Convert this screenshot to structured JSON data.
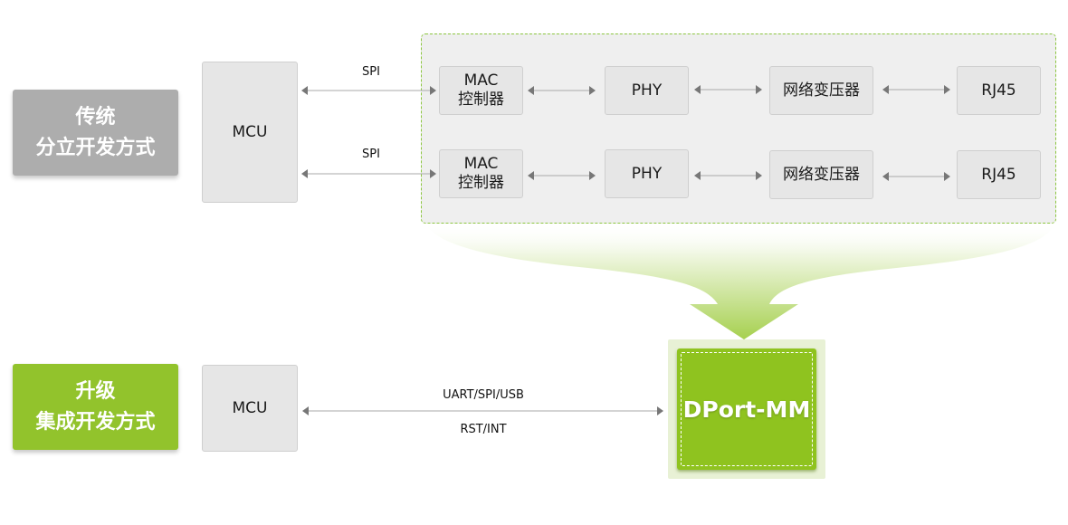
{
  "traditional": {
    "label_line1": "传统",
    "label_line2": "分立开发方式",
    "mcu": "MCU",
    "links": [
      "SPI",
      "SPI"
    ],
    "rows": [
      {
        "mac_line1": "MAC",
        "mac_line2": "控制器",
        "phy": "PHY",
        "transformer": "网络变压器",
        "rj45": "RJ45"
      },
      {
        "mac_line1": "MAC",
        "mac_line2": "控制器",
        "phy": "PHY",
        "transformer": "网络变压器",
        "rj45": "RJ45"
      }
    ]
  },
  "upgraded": {
    "label_line1": "升级",
    "label_line2": "集成开发方式",
    "mcu": "MCU",
    "link_top": "UART/SPI/USB",
    "link_bottom": "RST/INT",
    "module": "DPort-MM"
  },
  "colors": {
    "accent_green": "#8fc31f",
    "label_gray": "#adadad",
    "panel_border": "#8cc63f"
  }
}
